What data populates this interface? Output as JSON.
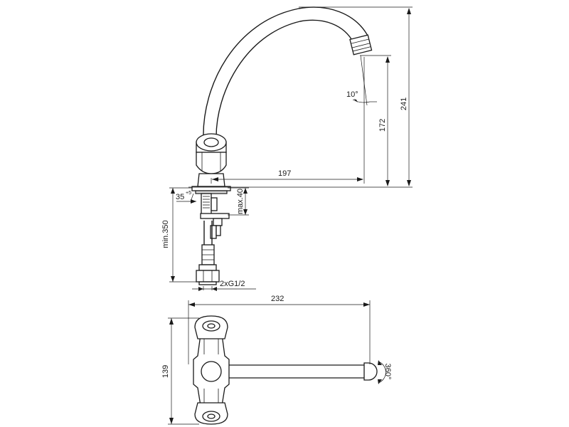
{
  "dimensions": {
    "total_height": "241",
    "outlet_height": "172",
    "spout_reach_side": "197",
    "spout_angle": "10°",
    "base_angle": "35",
    "base_angle_tolerance": "+5",
    "max_thickness": "max.40",
    "min_length": "min.350",
    "connection": "2xG1/2",
    "spout_reach_top": "232",
    "body_depth": "139",
    "swivel_range": "360°"
  }
}
